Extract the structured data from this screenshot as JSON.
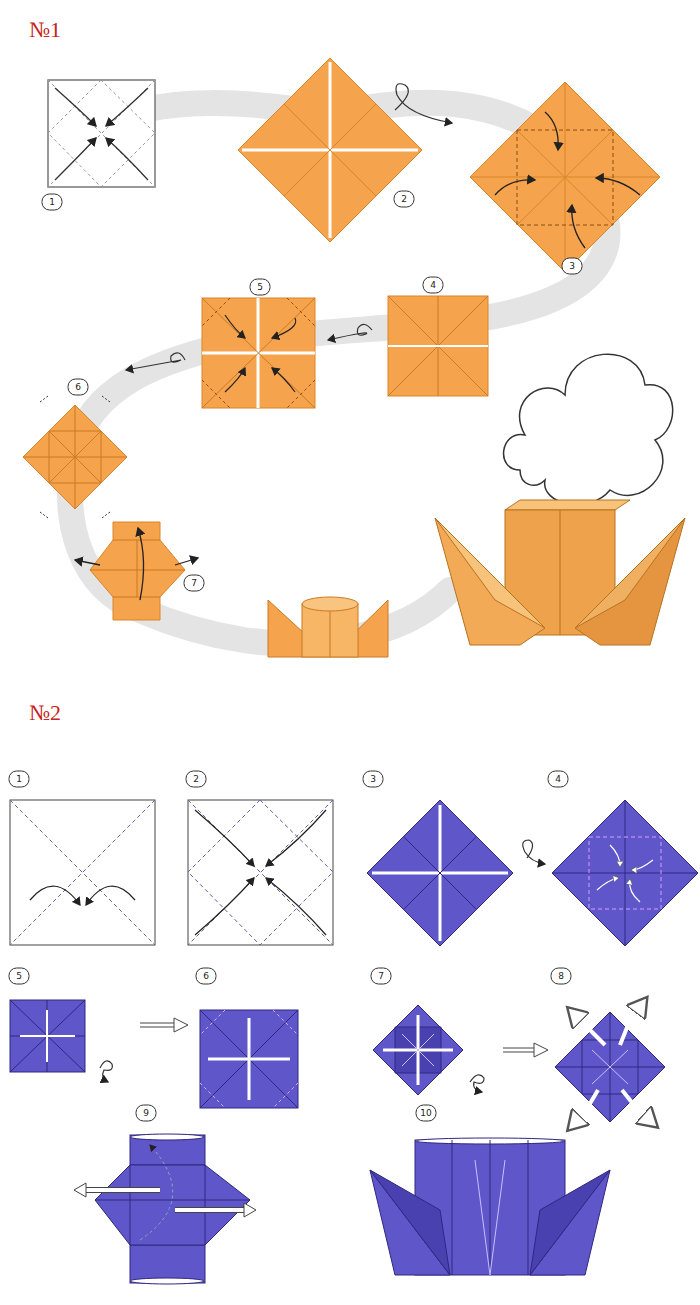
{
  "diagram": {
    "labels": [
      "№1",
      "1",
      "2",
      "3",
      "4",
      "5",
      "6",
      "7",
      "№2",
      "1",
      "2",
      "3",
      "4",
      "5",
      "6",
      "7",
      "8",
      "9",
      "10"
    ]
  }
}
